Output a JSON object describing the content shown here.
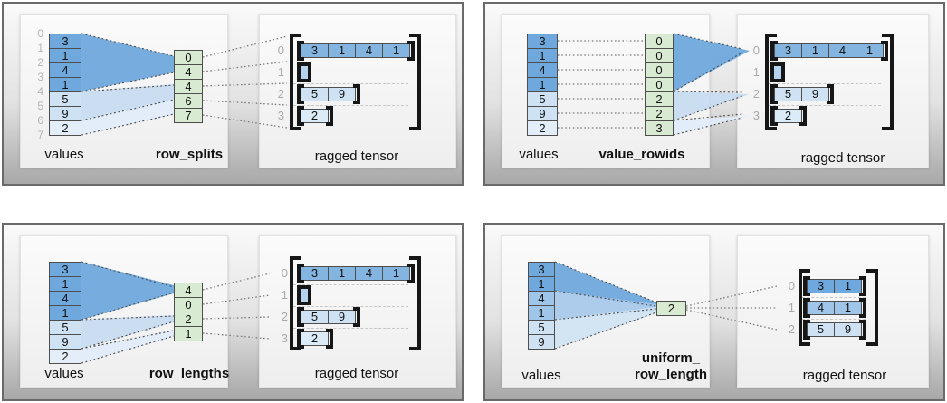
{
  "colors": {
    "value_dark": "#6fa8dc",
    "value_medium": "#9fc5e8",
    "value_light": "#cfe2f3",
    "value_lightest": "#e4eef9",
    "tensor_dark": "#84b5e1",
    "tensor_light": "#cfe2f3",
    "tensor_lightest": "#dcebf8",
    "param_green": "#d9ead3",
    "empty_cell_blue": "#b5d3ee",
    "index_gray": "#b4b4b4",
    "bracket_black": "#161616"
  },
  "panels": [
    {
      "name": "row_splits",
      "values_label": "values",
      "param_label": "row_splits",
      "tensor_label": "ragged tensor",
      "values": [
        "3",
        "1",
        "4",
        "1",
        "5",
        "9",
        "2"
      ],
      "value_indices": [
        "0",
        "1",
        "2",
        "3",
        "4",
        "5",
        "6",
        "7"
      ],
      "param": [
        "0",
        "4",
        "4",
        "6",
        "7"
      ],
      "row_indices": [
        "0",
        "1",
        "2",
        "3"
      ],
      "rows": [
        [
          "3",
          "1",
          "4",
          "1"
        ],
        [],
        [
          "5",
          "9"
        ],
        [
          "2"
        ]
      ]
    },
    {
      "name": "value_rowids",
      "values_label": "values",
      "param_label": "value_rowids",
      "tensor_label": "ragged tensor",
      "values": [
        "3",
        "1",
        "4",
        "1",
        "5",
        "9",
        "2"
      ],
      "param": [
        "0",
        "0",
        "0",
        "0",
        "2",
        "2",
        "3"
      ],
      "row_indices": [
        "0",
        "1",
        "2",
        "3"
      ],
      "rows": [
        [
          "3",
          "1",
          "4",
          "1"
        ],
        [],
        [
          "5",
          "9"
        ],
        [
          "2"
        ]
      ]
    },
    {
      "name": "row_lengths",
      "values_label": "values",
      "param_label": "row_lengths",
      "tensor_label": "ragged tensor",
      "values": [
        "3",
        "1",
        "4",
        "1",
        "5",
        "9",
        "2"
      ],
      "param": [
        "4",
        "0",
        "2",
        "1"
      ],
      "row_indices": [
        "0",
        "1",
        "2",
        "3"
      ],
      "rows": [
        [
          "3",
          "1",
          "4",
          "1"
        ],
        [],
        [
          "5",
          "9"
        ],
        [
          "2"
        ]
      ]
    },
    {
      "name": "uniform_row_length",
      "values_label": "values",
      "param_label_line1": "uniform_",
      "param_label_line2": "row_length",
      "tensor_label": "ragged tensor",
      "values": [
        "3",
        "1",
        "4",
        "1",
        "5",
        "9"
      ],
      "param": [
        "2"
      ],
      "row_indices": [
        "0",
        "1",
        "2"
      ],
      "rows": [
        [
          "3",
          "1"
        ],
        [
          "4",
          "1"
        ],
        [
          "5",
          "9"
        ]
      ]
    }
  ]
}
